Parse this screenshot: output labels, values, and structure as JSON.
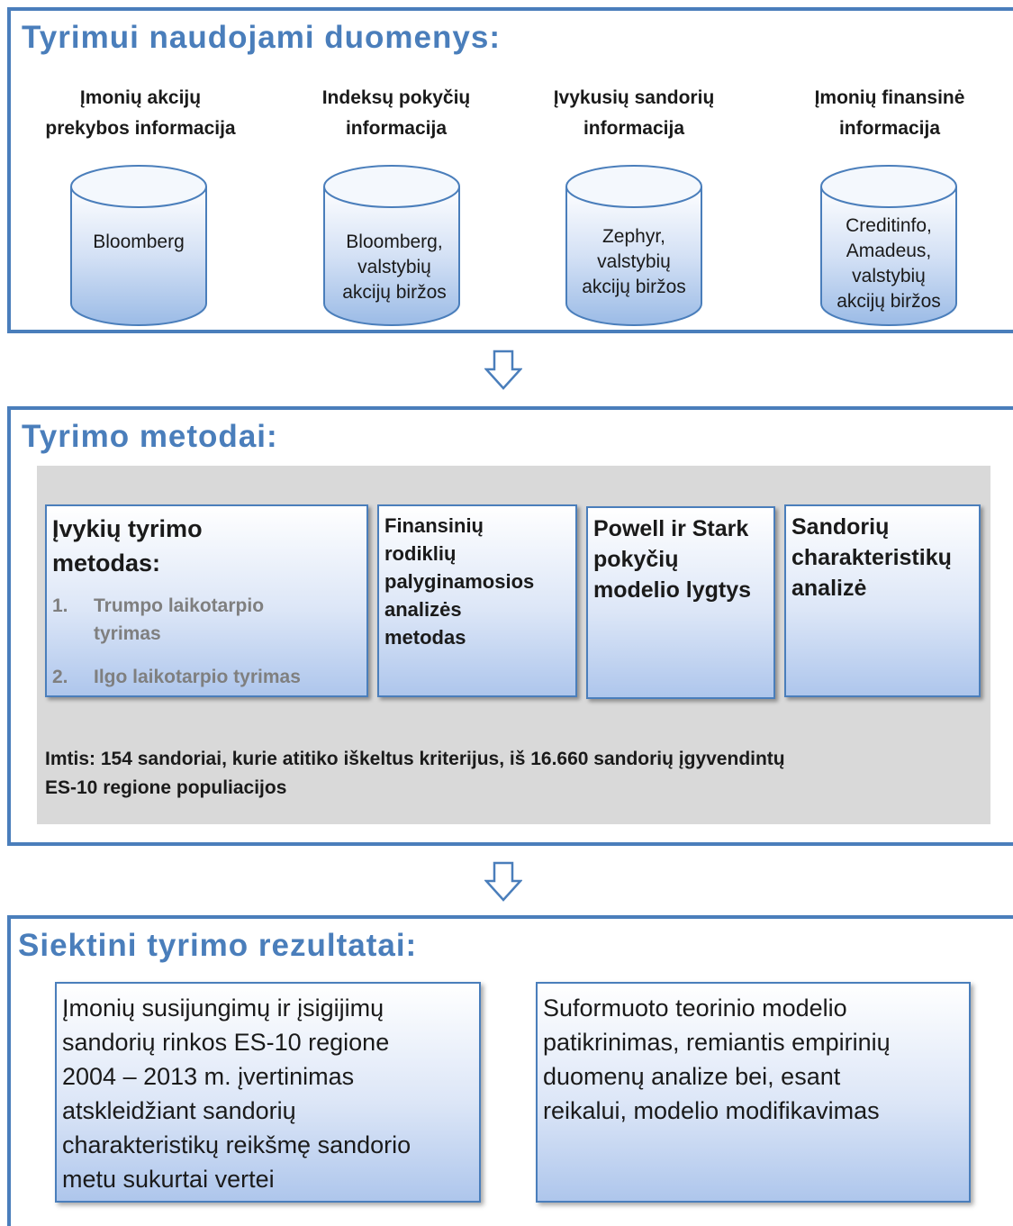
{
  "data_section": {
    "title": "Tyrimui naudojami duomenys:",
    "sources": [
      {
        "label_line1": "Įmonių akcijų",
        "label_line2": "prekybos informacija",
        "cylinder_lines": [
          "Bloomberg"
        ]
      },
      {
        "label_line1": "Indeksų pokyčių",
        "label_line2": "informacija",
        "cylinder_lines": [
          "Bloomberg,",
          "valstybių",
          "akcijų  biržos"
        ]
      },
      {
        "label_line1": "Įvykusių sandorių",
        "label_line2": "informacija",
        "cylinder_lines": [
          "Zephyr,",
          "valstybių",
          "akcijų  biržos"
        ]
      },
      {
        "label_line1": "Įmonių finansinė",
        "label_line2": "informacija",
        "cylinder_lines": [
          "Creditinfo,",
          "Amadeus,",
          "valstybių",
          "akcijų  biržos"
        ]
      }
    ]
  },
  "methods_section": {
    "title": "Tyrimo metodai:",
    "event_method": {
      "title_line1": "Įvykių tyrimo",
      "title_line2": "metodas:",
      "items": [
        {
          "num": "1.",
          "line1": "Trumpo laikotarpio",
          "line2": "tyrimas"
        },
        {
          "num": "2.",
          "line1": "Ilgo laikotarpio  tyrimas"
        }
      ]
    },
    "boxes": [
      {
        "lines": [
          "Finansinių",
          "rodiklių",
          "palyginamosios",
          "analizės",
          "metodas"
        ]
      },
      {
        "lines": [
          "Powell ir Stark",
          "pokyčių",
          "modelio lygtys"
        ]
      },
      {
        "lines": [
          "Sandorių",
          "charakteristikų",
          "analizė"
        ]
      }
    ],
    "sample_line1": "Imtis: 154 sandoriai, kurie atitiko iškeltus kriterijus, iš 16.660 sandorių įgyvendintų",
    "sample_line2": "ES-10 regione populiacijos"
  },
  "results_section": {
    "title": "Siektini tyrimo  rezultatai:",
    "boxes": [
      {
        "lines": [
          "Įmonių  susijungimų   ir įsigijimų",
          "sandorių  rinkos ES-10 regione",
          "2004 – 2013 m. įvertinimas",
          "atskleidžiant  sandorių",
          "charakteristikų  reikšmę sandorio",
          "metu sukurtai vertei"
        ]
      },
      {
        "lines": [
          "Suformuoto  teorinio modelio",
          "patikrinimas,  remiantis  empirinių",
          "duomenų  analize bei, esant",
          "reikalui,  modelio modifikavimas"
        ]
      }
    ]
  },
  "colors": {
    "accent": "#4a7ebb",
    "panel": "#d9d9d9",
    "cylinder_top": "#ffffff",
    "cylinder_bottom": "#9bbbe6"
  }
}
